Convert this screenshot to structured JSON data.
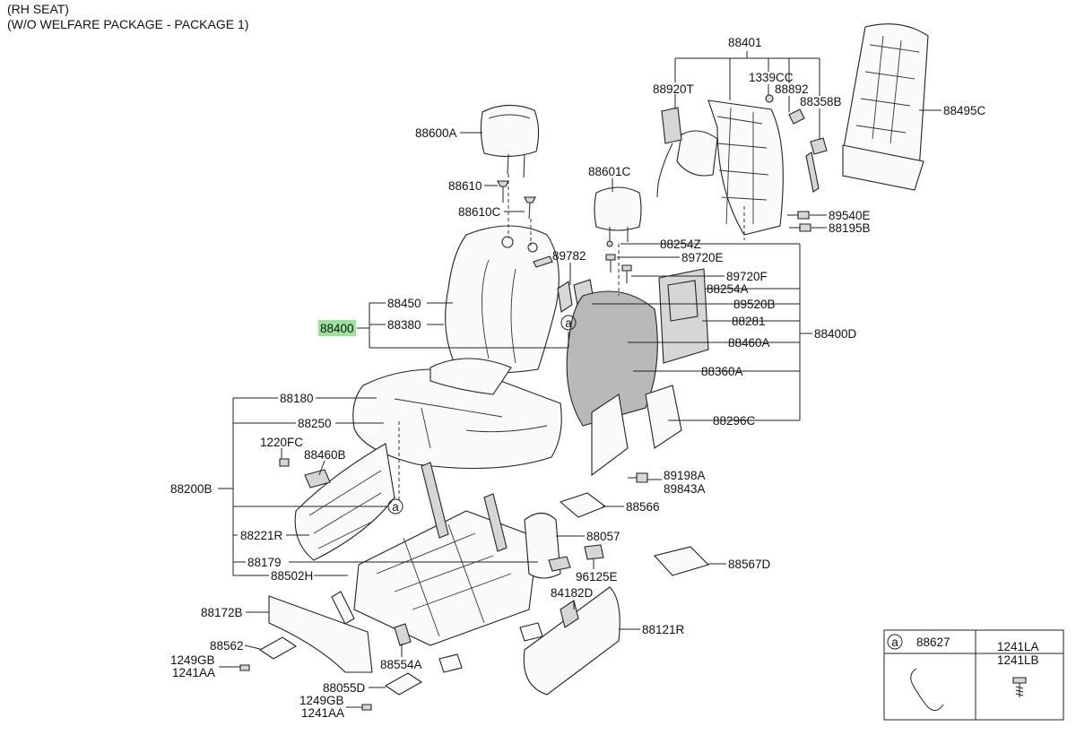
{
  "header": {
    "line1": "(RH SEAT)",
    "line2": "(W/O WELFARE PACKAGE - PACKAGE 1)"
  },
  "parts": {
    "p88401": "88401",
    "p88920T": "88920T",
    "p1339CC": "1339CC",
    "p88892": "88892",
    "p88358B": "88358B",
    "p88495C": "88495C",
    "p89540E": "89540E",
    "p88195B": "88195B",
    "p88600A": "88600A",
    "p88610": "88610",
    "p88610C": "88610C",
    "p88601C": "88601C",
    "p88254Z": "88254Z",
    "p89720E": "89720E",
    "p89720F": "89720F",
    "p88254A": "88254A",
    "p89782": "89782",
    "p89520B": "89520B",
    "p88281": "88281",
    "p88460A": "88460A",
    "p88360A": "88360A",
    "p88296C": "88296C",
    "p88400D": "88400D",
    "p88450": "88450",
    "p88380": "88380",
    "p88400": "88400",
    "p88180": "88180",
    "p88250": "88250",
    "p1220FC": "1220FC",
    "p88460B": "88460B",
    "p88200B": "88200B",
    "p88221R": "88221R",
    "p88179": "88179",
    "p88502H": "88502H",
    "p88172B": "88172B",
    "p88562": "88562",
    "p1249GB_a": "1249GB",
    "p1241AA_a": "1241AA",
    "p88554A": "88554A",
    "p88055D": "88055D",
    "p1249GB_b": "1249GB",
    "p1241AA_b": "1241AA",
    "p89198A": "89198A",
    "p89843A": "89843A",
    "p88566": "88566",
    "p88057": "88057",
    "p96125E": "96125E",
    "p88567D": "88567D",
    "p84182D": "84182D",
    "p88121R": "88121R"
  },
  "callouts": {
    "a1": "a",
    "a2": "a"
  },
  "legend_box": {
    "ref": "a",
    "part_a": "88627",
    "part_b1": "1241LA",
    "part_b2": "1241LB"
  },
  "highlight_color": "#9be29b"
}
